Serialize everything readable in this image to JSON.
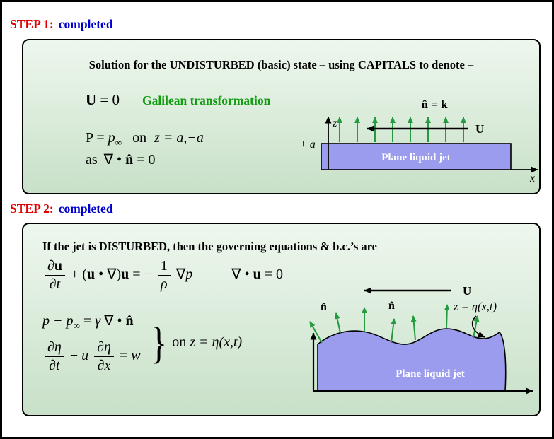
{
  "colors": {
    "step_label_red": "#e00000",
    "status_blue": "#0000cc",
    "galilean_green": "#129c12",
    "arrow_green": "#259b3f",
    "jet_fill": "#9c9cee",
    "panel_green_top": "#eef7ee",
    "panel_green_bottom": "#c8e0c8"
  },
  "step1": {
    "label": "STEP 1:",
    "status": "completed",
    "title": "Solution for the UNDISTURBED (basic) state – using CAPITALS to denote –",
    "velocity_eq": {
      "vector": "U",
      "rest": "= 0"
    },
    "galilean": "Galilean transformation",
    "pressure_eq": {
      "lhs": "P =",
      "p": "p",
      "sub": "∞",
      "on": "on",
      "cond": "z = a,−a"
    },
    "normal_eq": {
      "as": "as",
      "nabla": "∇ •",
      "nhat": "n̂",
      "rest": "= 0"
    },
    "diagram": {
      "normal_label": "n̂ = k",
      "u_label": "U",
      "z_label": "z",
      "a_label": "+ a",
      "x_label": "x",
      "jet_label": "Plane liquid jet"
    }
  },
  "step2": {
    "label": "STEP 2:",
    "status": "completed",
    "title": "If the jet is DISTURBED, then the governing equations & b.c.’s are",
    "momentum_eq": {
      "dnum": "∂",
      "unum": "u",
      "den1": "∂t",
      "plus": "+ (",
      "u2": "u",
      "dotnabla": " • ∇)",
      "u3": "u",
      "equals": " = −",
      "num2": "1",
      "den2": "ρ",
      "nabla": "∇",
      "p": "p"
    },
    "continuity_eq": {
      "nabla": "∇ •",
      "u": "u",
      "rest": "= 0"
    },
    "pressure_bc": {
      "lhs": "p − p",
      "sub": "∞",
      "equals": "=",
      "gamma": "γ",
      "nabla": "∇ •",
      "nhat": "n̂"
    },
    "kinematic_bc": {
      "num1": "∂η",
      "den1": "∂t",
      "plus": "+",
      "u": "u",
      "num2": "∂η",
      "den2": "∂x",
      "equals": "=",
      "w": "w"
    },
    "bc_condition": {
      "brace": "}",
      "on": "on",
      "cond": "z = η(x,t)"
    },
    "diagram": {
      "u_label": "U",
      "n1": "n̂",
      "n2": "n̂",
      "eta_label": "z = η(x,t)",
      "jet_label": "Plane liquid jet"
    }
  }
}
